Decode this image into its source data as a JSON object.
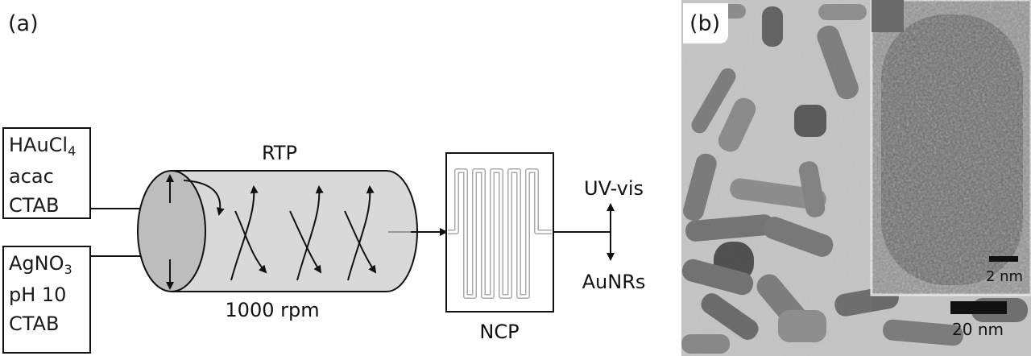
{
  "panel_a": {
    "label": "(a)",
    "reagent_box_1": [
      "HAuCl",
      "acac",
      "CTAB"
    ],
    "reagent_box_1_sub": "4",
    "reagent_box_2": [
      "AgNO",
      "pH 10",
      "CTAB"
    ],
    "reagent_box_2_sub": "3",
    "rtp_label": "RTP",
    "rpm_label": "1000 rpm",
    "ncp_label": "NCP",
    "uvvis_label": "UV-vis",
    "aunrs_label": "AuNRs"
  },
  "panel_b": {
    "label": "(b)",
    "inset_scale_label": "2 nm",
    "main_scale_label": "20 nm"
  },
  "colors": {
    "cylinder_body": "#d9d9d9",
    "cylinder_end": "#bdbdbd",
    "tem_background": "#c9c9c9",
    "nanorod": "#6f6f6f",
    "inset_background": "#8a8a8a"
  }
}
